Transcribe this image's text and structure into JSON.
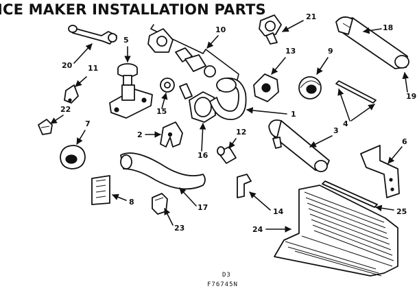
{
  "diagram": {
    "title": "ICE MAKER INSTALLATION PARTS",
    "footer_code": "D3",
    "footer_part_number": "F76745N",
    "callouts": {
      "c1": "1",
      "c2": "2",
      "c3": "3",
      "c4": "4",
      "c5": "5",
      "c6": "6",
      "c7": "7",
      "c8": "8",
      "c9": "9",
      "c10": "10",
      "c11": "11",
      "c12": "12",
      "c13": "13",
      "c14": "14",
      "c15": "15",
      "c16": "16",
      "c17": "17",
      "c18": "18",
      "c19": "19",
      "c20": "20",
      "c21": "21",
      "c22": "22",
      "c23": "23",
      "c24": "24",
      "c25": "25"
    }
  }
}
